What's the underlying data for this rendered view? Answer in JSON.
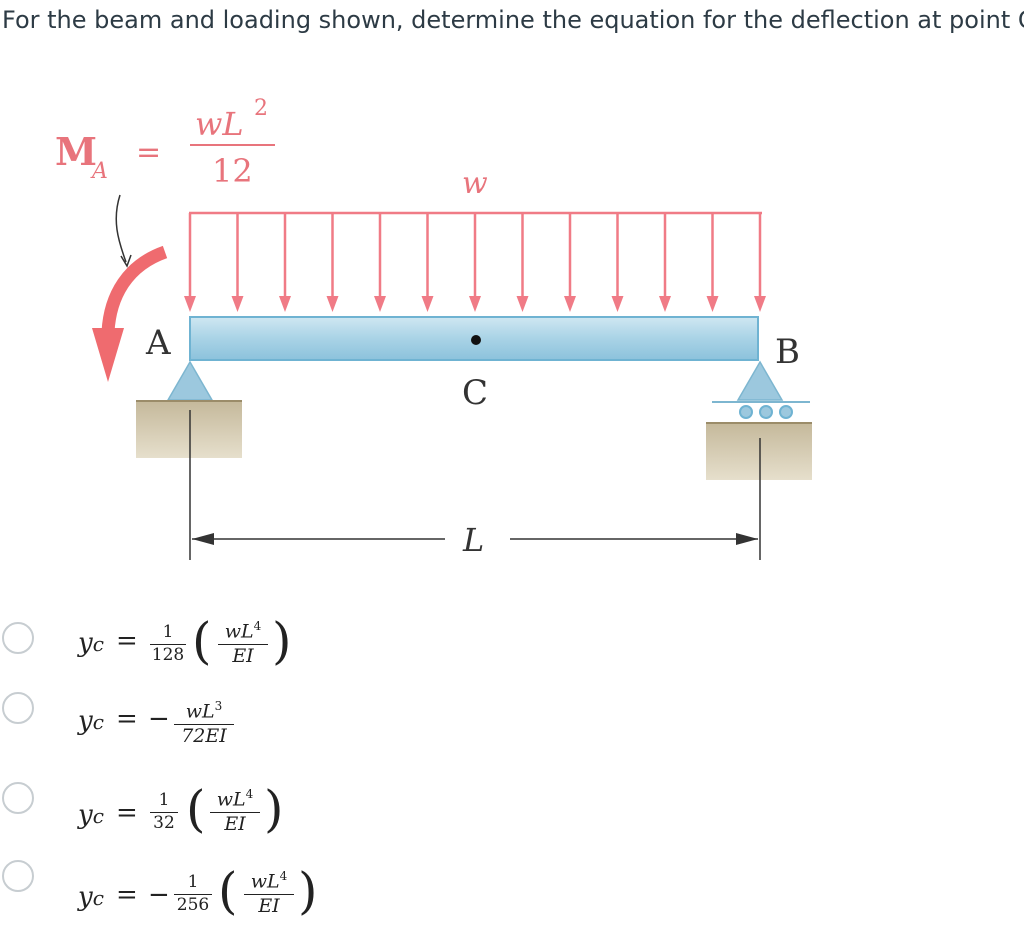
{
  "question": {
    "text": "For the beam and loading shown, determine the equation for the deflection at point C"
  },
  "figure": {
    "moment_label_M": "M",
    "moment_label_sub": "A",
    "moment_equals": "=",
    "moment_num": "wL",
    "moment_num_sup": "2",
    "moment_den": "12",
    "load_label": "w",
    "point_A": "A",
    "point_B": "B",
    "point_C": "C",
    "span_label": "L"
  },
  "options": [
    {
      "lhs": "y",
      "lhs_sub": "c",
      "eq": "=",
      "sign": "",
      "coef_num": "1",
      "coef_den": "128",
      "term_num": "wL",
      "term_sup": "4",
      "term_den": "EI",
      "paren": true
    },
    {
      "lhs": "y",
      "lhs_sub": "c",
      "eq": "=",
      "sign": "−",
      "coef_num": "",
      "coef_den": "",
      "term_num": "wL",
      "term_sup": "3",
      "term_den": "72EI",
      "paren": false
    },
    {
      "lhs": "y",
      "lhs_sub": "c",
      "eq": "=",
      "sign": "",
      "coef_num": "1",
      "coef_den": "32",
      "term_num": "wL",
      "term_sup": "4",
      "term_den": "EI",
      "paren": true
    },
    {
      "lhs": "y",
      "lhs_sub": "c",
      "eq": "=",
      "sign": "−",
      "coef_num": "1",
      "coef_den": "256",
      "term_num": "wL",
      "term_sup": "4",
      "term_den": "EI",
      "paren": true
    }
  ],
  "colors": {
    "load": "#f07b86",
    "beam_fill": "#a9d3e6",
    "beam_edge": "#6fb3d2",
    "support": "#9cc8de",
    "ground": "#c9bfa6",
    "moment_arrow": "#ef6b6f"
  }
}
